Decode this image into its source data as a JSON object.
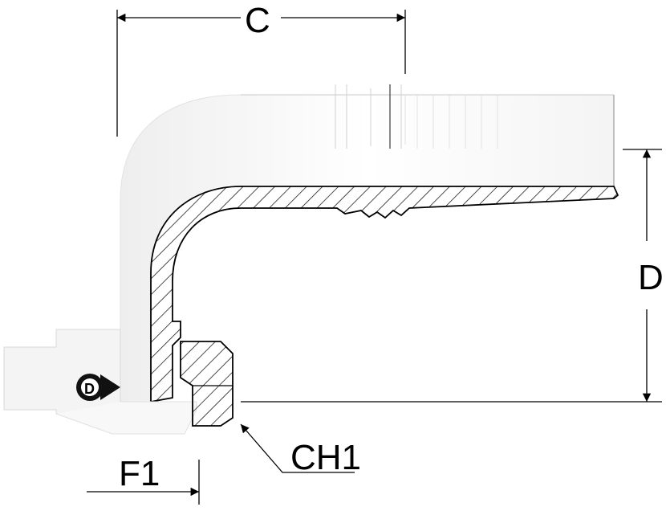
{
  "labels": {
    "c": "C",
    "d": "D",
    "f1": "F1",
    "ch1": "CH1"
  },
  "logo": {
    "name": "dunlop-logo",
    "letter": "D"
  },
  "colors": {
    "ink": "#000000",
    "body": "#ffffff",
    "shade": "#e8e8e8",
    "hatch": "#000000"
  }
}
